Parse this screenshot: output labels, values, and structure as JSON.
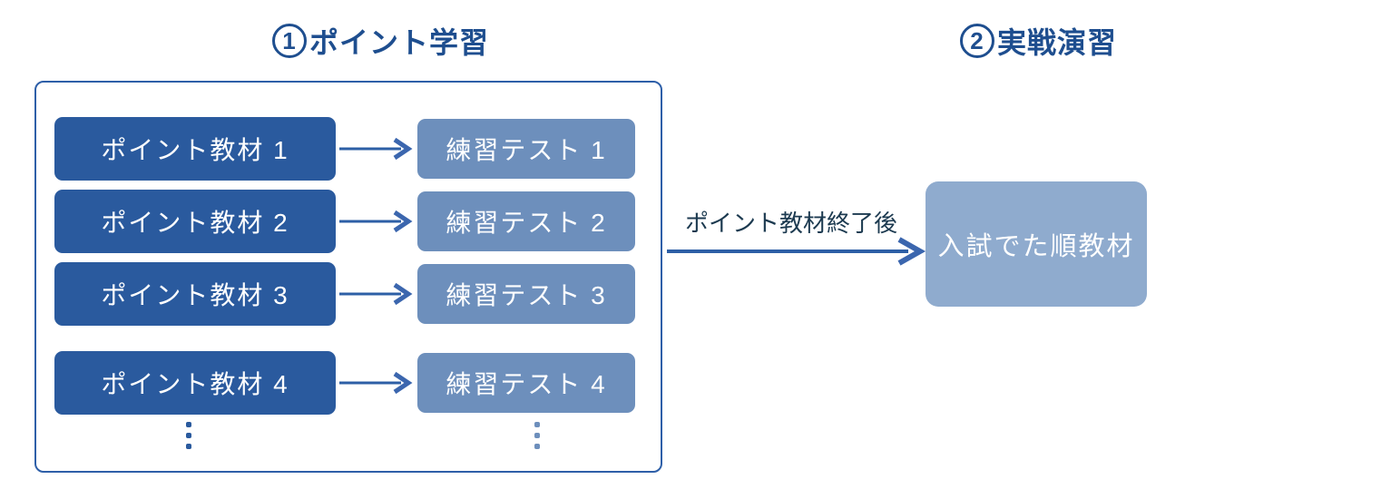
{
  "colors": {
    "header_text": "#1e4e8f",
    "material_box": "#2a5a9e",
    "test_box": "#6d8fbc",
    "final_box": "#8fabce",
    "arrow": "#2d5fa6",
    "group_border": "#2e5fa8",
    "transition_text": "#1c3a50",
    "box_text": "#ffffff",
    "background": "#ffffff"
  },
  "sections": [
    {
      "number": "1",
      "title": "ポイント学習"
    },
    {
      "number": "2",
      "title": "実戦演習"
    }
  ],
  "point_learning": {
    "rows": [
      {
        "material": "ポイント教材 1",
        "test": "練習テスト 1"
      },
      {
        "material": "ポイント教材 2",
        "test": "練習テスト 2"
      },
      {
        "material": "ポイント教材 3",
        "test": "練習テスト 3"
      },
      {
        "material": "ポイント教材 4",
        "test": "練習テスト 4"
      }
    ]
  },
  "transition": {
    "label": "ポイント教材終了後"
  },
  "practice": {
    "final_box_label": "入試でた順教材"
  }
}
